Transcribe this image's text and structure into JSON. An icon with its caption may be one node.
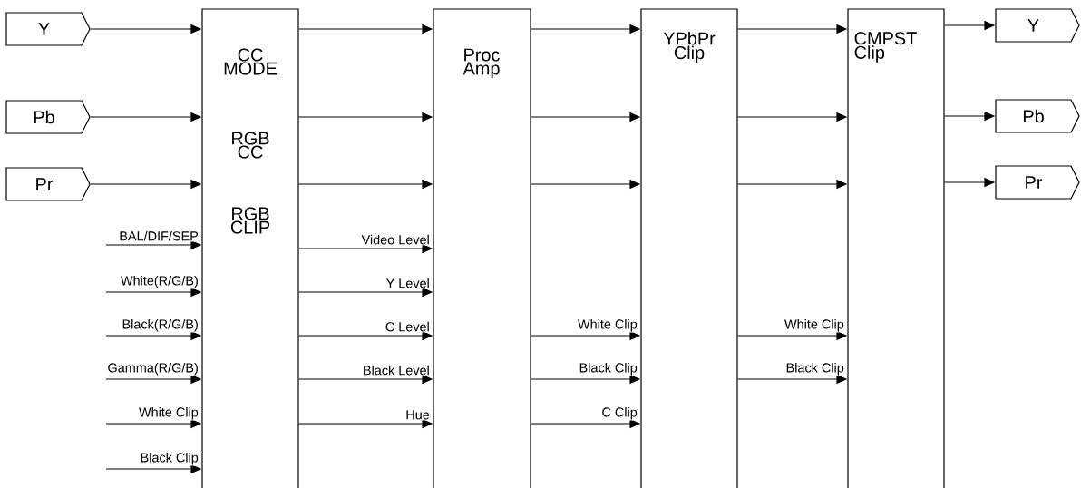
{
  "diagram": {
    "nodes": [
      {
        "text": [
          "Y"
        ]
      },
      {
        "text": [
          "Pb"
        ]
      },
      {
        "text": [
          "Pr"
        ]
      },
      {
        "text": [
          "CC MODE",
          "RGB CC",
          "RGB CLIP"
        ]
      },
      {
        "text": [
          "Proc Amp"
        ]
      },
      {
        "text": [
          "YPbPr Clip"
        ]
      },
      {
        "text": [
          "CMPST Clip"
        ]
      },
      {
        "text": [
          "Y"
        ]
      },
      {
        "text": [
          "Pb"
        ]
      },
      {
        "text": [
          "Pr"
        ]
      }
    ],
    "edges": [
      {
        "from": 0,
        "to": 3,
        "arrow": "to"
      },
      {
        "from": 1,
        "to": 3,
        "arrow": "to"
      },
      {
        "from": 2,
        "to": 3,
        "arrow": "to"
      },
      {
        "from": 3,
        "to": 4,
        "arrow": "to"
      },
      {
        "from": 3,
        "to": 4,
        "arrow": "to"
      },
      {
        "from": 3,
        "to": 4,
        "arrow": "to"
      },
      {
        "from": 4,
        "to": 5,
        "arrow": "to"
      },
      {
        "from": 4,
        "to": 5,
        "arrow": "to"
      },
      {
        "from": 4,
        "to": 5,
        "arrow": "to"
      },
      {
        "from": 5,
        "to": 6,
        "arrow": "to"
      },
      {
        "from": 5,
        "to": 6,
        "arrow": "to"
      },
      {
        "from": 5,
        "to": 6,
        "arrow": "to"
      },
      {
        "from": 6,
        "to": 7,
        "arrow": "to"
      },
      {
        "from": 6,
        "to": 8,
        "arrow": "to"
      },
      {
        "from": 6,
        "to": 9,
        "arrow": "to"
      },
      {
        "from": null,
        "to": 3,
        "arrow": "to",
        "label": "BAL/DIF/SEP"
      },
      {
        "from": null,
        "to": 3,
        "arrow": "to",
        "label": "White(R/G/B)"
      },
      {
        "from": null,
        "to": 3,
        "arrow": "to",
        "label": "Black(R/G/B)"
      },
      {
        "from": null,
        "to": 3,
        "arrow": "to",
        "label": "Gamma(R/G/B)"
      },
      {
        "from": null,
        "to": 3,
        "arrow": "to",
        "label": "White Clip"
      },
      {
        "from": null,
        "to": 3,
        "arrow": "to",
        "label": "Black Clip"
      },
      {
        "from": 3,
        "to": 4,
        "arrow": "to",
        "label": "Video Level"
      },
      {
        "from": 3,
        "to": 4,
        "arrow": "to",
        "label": "Y Level"
      },
      {
        "from": 3,
        "to": 4,
        "arrow": "to",
        "label": "C Level"
      },
      {
        "from": 3,
        "to": 4,
        "arrow": "to",
        "label": "Black Level"
      },
      {
        "from": 3,
        "to": 4,
        "arrow": "to",
        "label": "Hue"
      },
      {
        "from": 4,
        "to": 5,
        "arrow": "to",
        "label": "White Clip"
      },
      {
        "from": 4,
        "to": 5,
        "arrow": "to",
        "label": "Black Clip"
      },
      {
        "from": 4,
        "to": 5,
        "arrow": "to",
        "label": "C Clip"
      },
      {
        "from": 5,
        "to": 6,
        "arrow": "to",
        "label": "White Clip"
      },
      {
        "from": 5,
        "to": 6,
        "arrow": "to",
        "label": "Black Clip"
      }
    ]
  }
}
